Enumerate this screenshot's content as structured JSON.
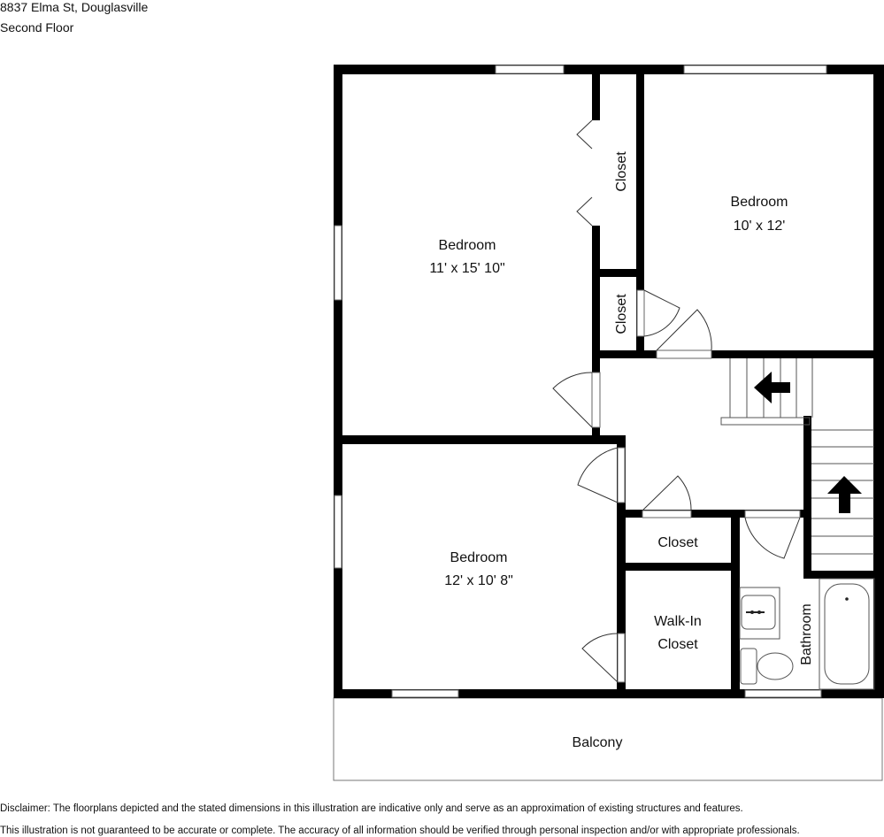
{
  "header": {
    "address": "8837 Elma St, Douglasville",
    "floor": "Second Floor"
  },
  "rooms": {
    "bedroom_a": {
      "name": "Bedroom",
      "size": "11' x 15' 10\""
    },
    "bedroom_b": {
      "name": "Bedroom",
      "size": "10' x 12'"
    },
    "bedroom_c": {
      "name": "Bedroom",
      "size": "12' x 10' 8\""
    },
    "closet_1": "Closet",
    "closet_2": "Closet",
    "closet_3": "Closet",
    "walkin_line1": "Walk-In",
    "walkin_line2": "Closet",
    "bathroom": "Bathroom",
    "balcony": "Balcony"
  },
  "disclaimer": {
    "line1": "Disclaimer: The floorplans depicted and the stated dimensions in this illustration are indicative only and serve as an approximation of existing structures and features.",
    "line2": "This illustration is not guaranteed to be accurate or complete. The accuracy of all information should be verified through personal inspection and/or with appropriate professionals."
  },
  "colors": {
    "wall": "#000000",
    "background": "#ffffff"
  }
}
